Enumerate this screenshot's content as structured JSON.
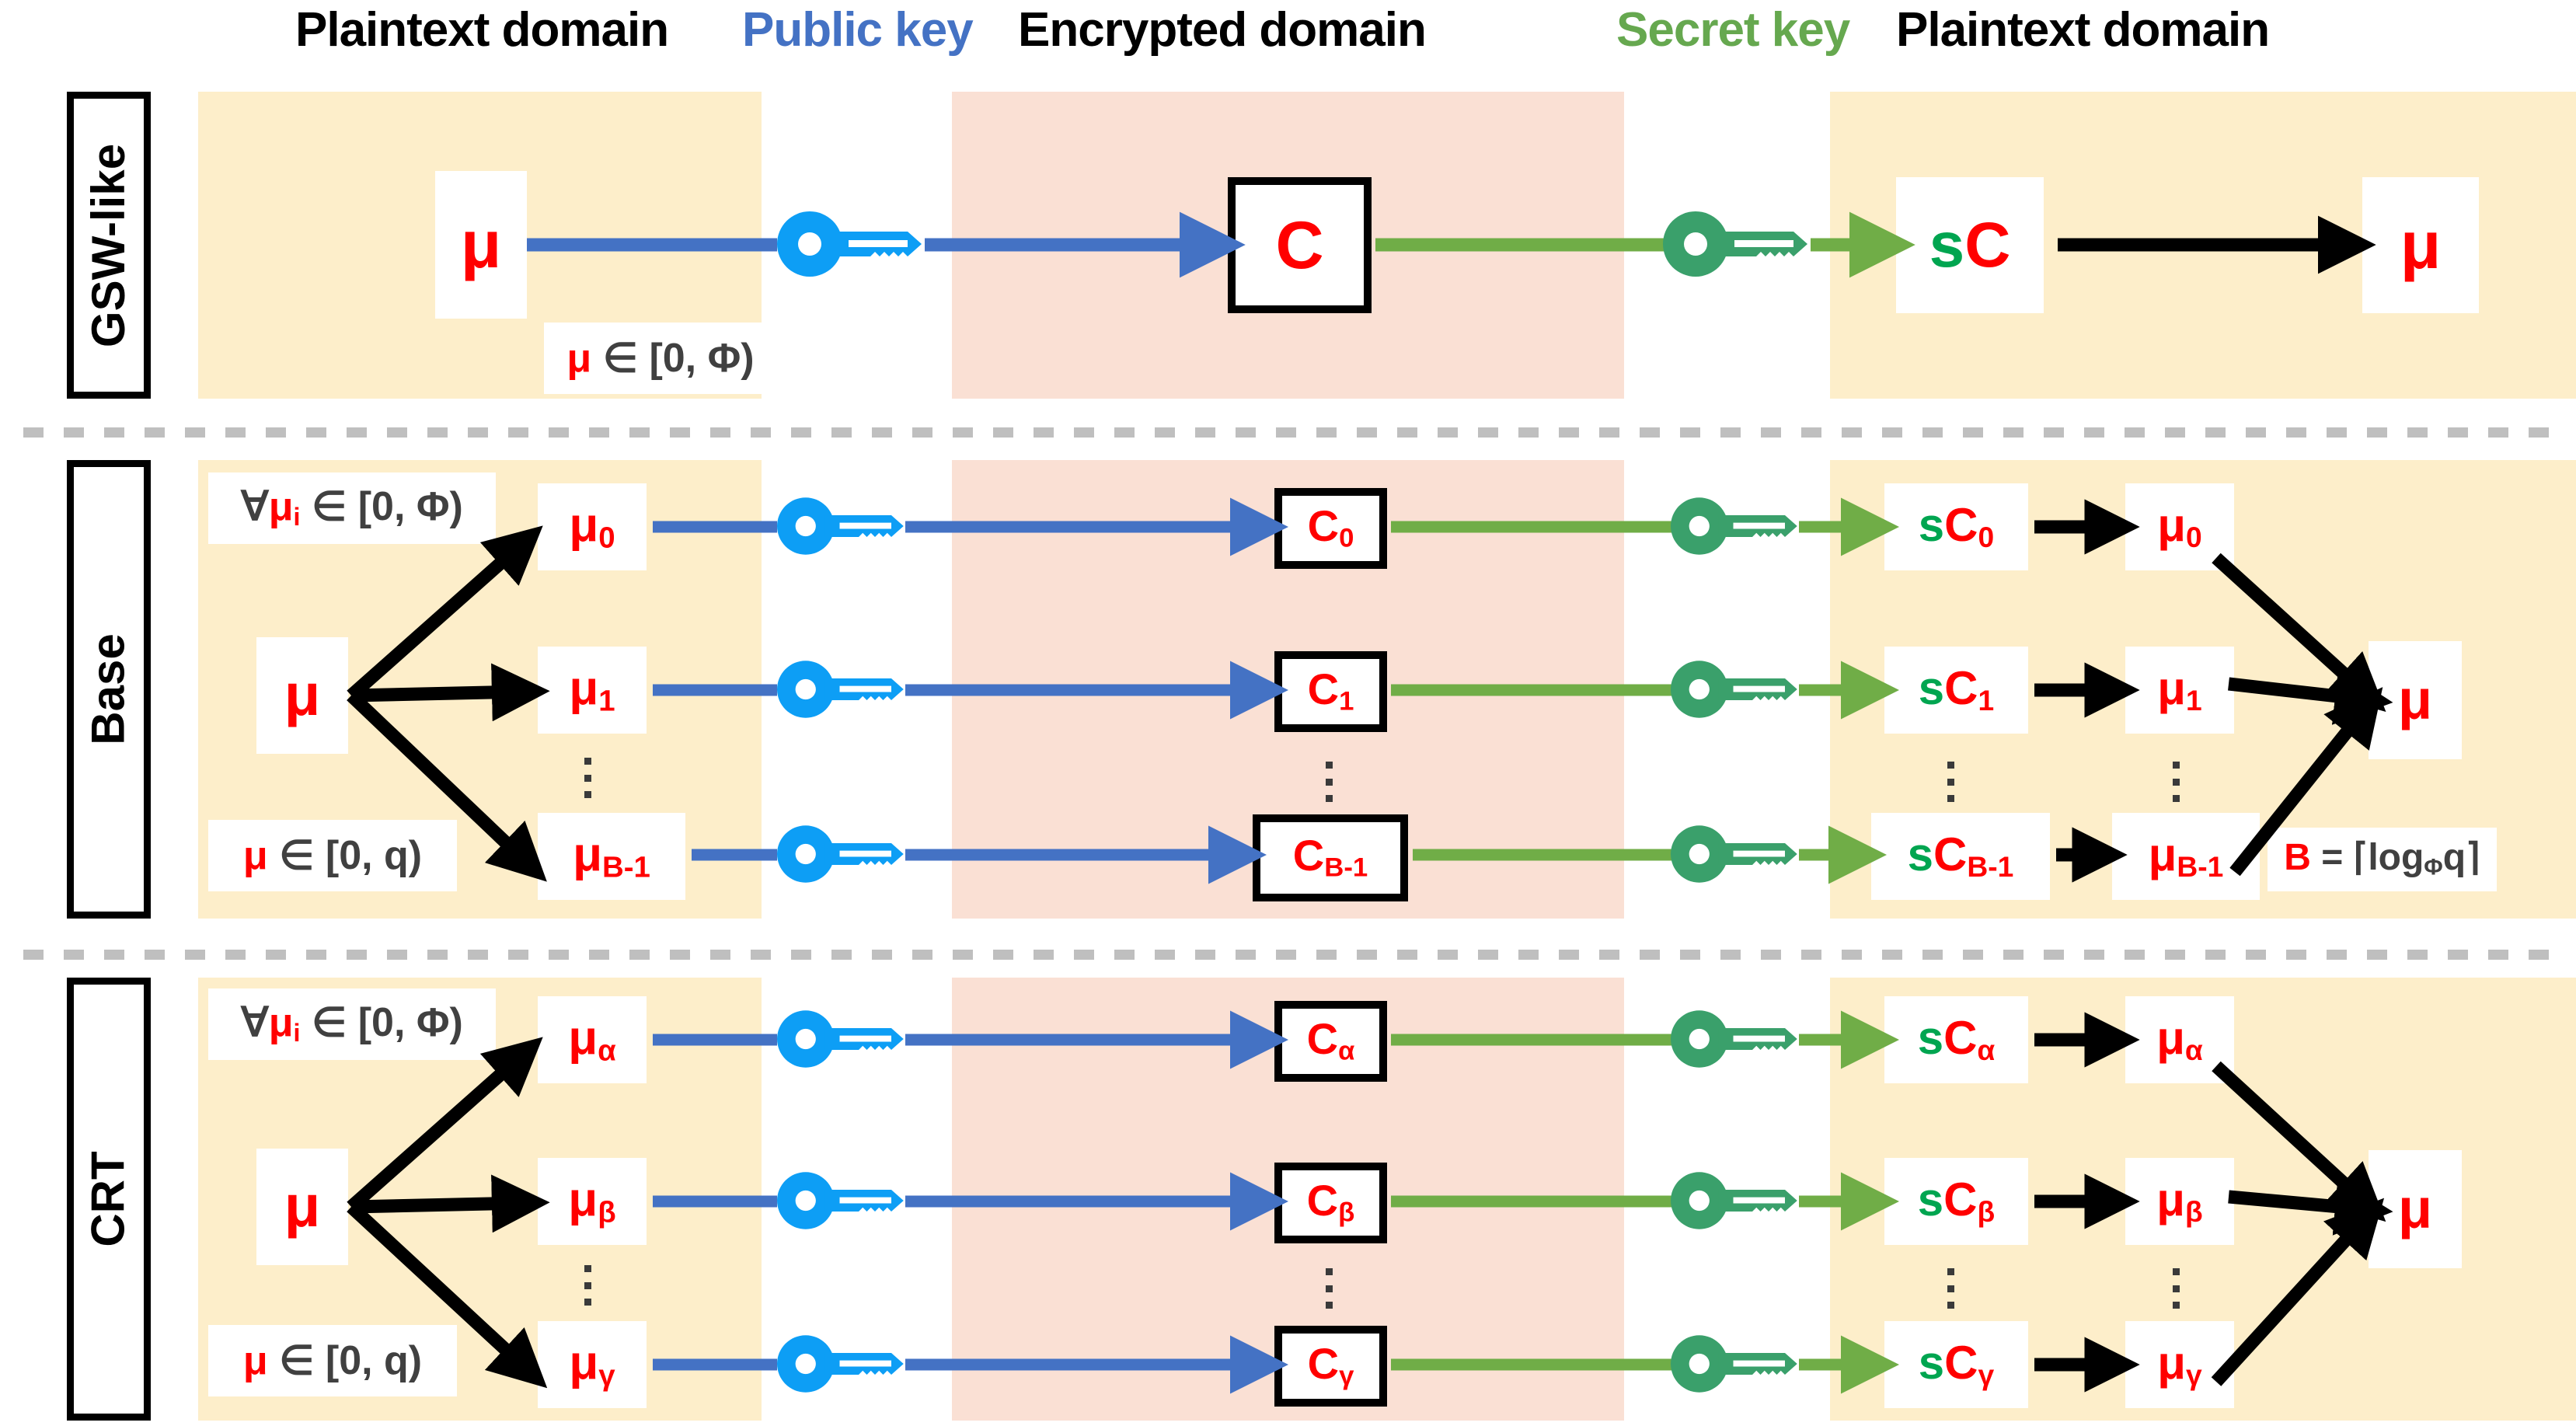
{
  "title": "Homomorphic encryption plaintext packing schemes: GSW-like, Base, CRT",
  "colors": {
    "plaintext_band": "#fdeeca",
    "encrypted_band": "#fae0d4",
    "public_key": "#0d9ef5",
    "secret_key": "#3aa06b",
    "public_arrow": "#4472c4",
    "secret_arrow": "#70ad47",
    "plain_red": "#ff0000",
    "secret_green": "#00a550",
    "separator": "#bfbfbf"
  },
  "headers": [
    {
      "label": "Plaintext domain",
      "color": "black"
    },
    {
      "label": "Public key",
      "color": "blue"
    },
    {
      "label": "Encrypted domain",
      "color": "black"
    },
    {
      "label": "Secret key",
      "color": "green"
    },
    {
      "label": "Plaintext domain",
      "color": "black"
    }
  ],
  "icons": {
    "public_key": "key-icon",
    "secret_key": "key-icon"
  },
  "rows": [
    {
      "name": "gsw",
      "title": "GSW-like",
      "constraints": [
        {
          "id": "range",
          "prefix": "μ",
          "rest": " ∈ [0, Φ)"
        }
      ],
      "plaintexts": [
        {
          "base": "μ",
          "sub": ""
        }
      ],
      "ciphertexts": [
        {
          "base": "C",
          "sub": ""
        }
      ],
      "decrypted": [
        {
          "s": "s",
          "base": "C",
          "sub": ""
        }
      ],
      "recovered": [
        {
          "base": "μ",
          "sub": ""
        }
      ],
      "has_split": false,
      "has_merge": false,
      "has_ellipsis": false
    },
    {
      "name": "base",
      "title": "Base",
      "constraints": [
        {
          "id": "forall",
          "prefix": "∀μ",
          "sub": "i",
          "rest": " ∈ [0, Φ)"
        },
        {
          "id": "range",
          "prefix": "μ",
          "rest": " ∈ [0, q)"
        }
      ],
      "plaintexts": [
        {
          "base": "μ",
          "sub": "0"
        },
        {
          "base": "μ",
          "sub": "1"
        },
        {
          "base": "μ",
          "sub": "B-1"
        }
      ],
      "ciphertexts": [
        {
          "base": "C",
          "sub": "0"
        },
        {
          "base": "C",
          "sub": "1"
        },
        {
          "base": "C",
          "sub": "B-1"
        }
      ],
      "decrypted": [
        {
          "s": "s",
          "base": "C",
          "sub": "0"
        },
        {
          "s": "s",
          "base": "C",
          "sub": "1"
        },
        {
          "s": "s",
          "base": "C",
          "sub": "B-1"
        }
      ],
      "recovered": [
        {
          "base": "μ",
          "sub": "0"
        },
        {
          "base": "μ",
          "sub": "1"
        },
        {
          "base": "μ",
          "sub": "B-1"
        }
      ],
      "source": {
        "base": "μ",
        "sub": ""
      },
      "merged": {
        "base": "μ",
        "sub": ""
      },
      "note": {
        "prefix": "B",
        "rest": " = ⌈log",
        "sub": "Φ",
        "tail": "q⌉"
      },
      "has_split": true,
      "has_merge": true,
      "has_ellipsis": true
    },
    {
      "name": "crt",
      "title": "CRT",
      "constraints": [
        {
          "id": "forall",
          "prefix": "∀μ",
          "sub": "i",
          "rest": " ∈ [0, Φ)"
        },
        {
          "id": "range",
          "prefix": "μ",
          "rest": " ∈ [0, q)"
        }
      ],
      "plaintexts": [
        {
          "base": "μ",
          "sub": "α"
        },
        {
          "base": "μ",
          "sub": "β"
        },
        {
          "base": "μ",
          "sub": "γ"
        }
      ],
      "ciphertexts": [
        {
          "base": "C",
          "sub": "α"
        },
        {
          "base": "C",
          "sub": "β"
        },
        {
          "base": "C",
          "sub": "γ"
        }
      ],
      "decrypted": [
        {
          "s": "s",
          "base": "C",
          "sub": "α"
        },
        {
          "s": "s",
          "base": "C",
          "sub": "β"
        },
        {
          "s": "s",
          "base": "C",
          "sub": "γ"
        }
      ],
      "recovered": [
        {
          "base": "μ",
          "sub": "α"
        },
        {
          "base": "μ",
          "sub": "β"
        },
        {
          "base": "μ",
          "sub": "γ"
        }
      ],
      "source": {
        "base": "μ",
        "sub": ""
      },
      "merged": {
        "base": "μ",
        "sub": ""
      },
      "has_split": true,
      "has_merge": true,
      "has_ellipsis": true
    }
  ]
}
